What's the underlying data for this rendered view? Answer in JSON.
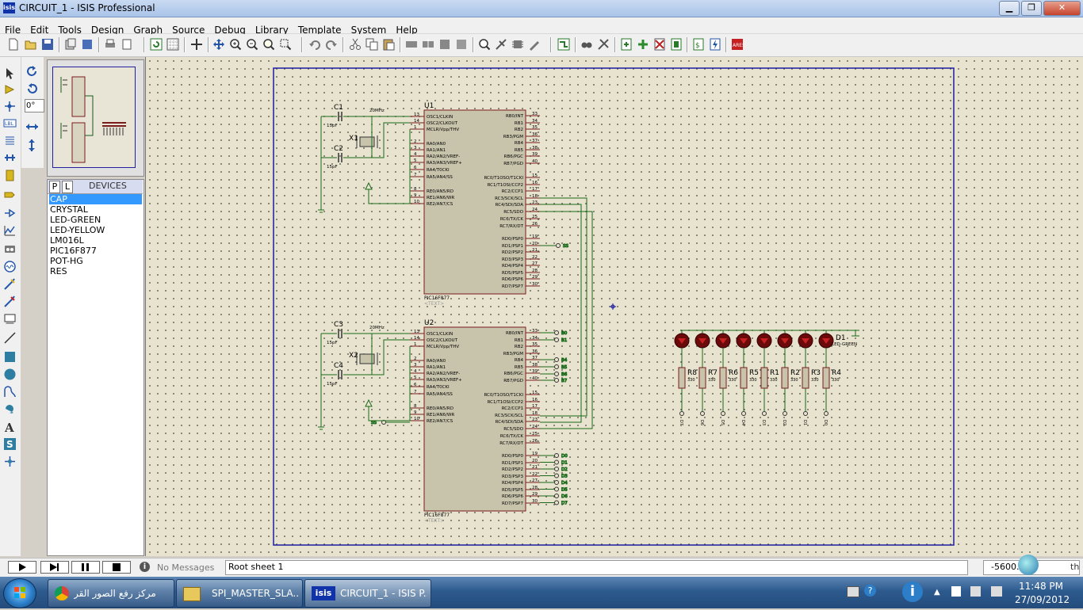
{
  "window": {
    "title": "CIRCUIT_1 - ISIS Professional",
    "app_icon": "isis-icon",
    "minimize": "minimize-icon",
    "maximize": "restore-icon",
    "close": "close-icon"
  },
  "menu": [
    "File",
    "Edit",
    "Tools",
    "Design",
    "Graph",
    "Source",
    "Debug",
    "Library",
    "Template",
    "System",
    "Help"
  ],
  "tool_rotation": "0°",
  "devices": {
    "tab_p": "P",
    "tab_l": "L",
    "title": "DEVICES",
    "items": [
      "CAP",
      "CRYSTAL",
      "LED-GREEN",
      "LED-YELLOW",
      "LM016L",
      "PIC16F877",
      "POT-HG",
      "RES"
    ],
    "selected": "CAP"
  },
  "schematic": {
    "u1": {
      "ref": "U1",
      "part": "PIC16F877",
      "text": "<TEXT>"
    },
    "u2": {
      "ref": "U2",
      "part": "PIC16F877",
      "text": "<TEXT>"
    },
    "left_pins": [
      {
        "num": "13",
        "name": "OSC1/CLKIN"
      },
      {
        "num": "14",
        "name": "OSC2/CLKOUT"
      },
      {
        "num": "1",
        "name": "MCLR/Vpp/THV"
      },
      {
        "num": "2",
        "name": "RA0/AN0"
      },
      {
        "num": "3",
        "name": "RA1/AN1"
      },
      {
        "num": "4",
        "name": "RA2/AN2/VREF-"
      },
      {
        "num": "5",
        "name": "RA3/AN3/VREF+"
      },
      {
        "num": "6",
        "name": "RA4/T0CKI"
      },
      {
        "num": "7",
        "name": "RA5/AN4/SS"
      },
      {
        "num": "8",
        "name": "RE0/AN5/RD"
      },
      {
        "num": "9",
        "name": "RE1/AN6/WR"
      },
      {
        "num": "10",
        "name": "RE2/AN7/CS"
      }
    ],
    "right_pins": [
      {
        "num": "33",
        "name": "RB0/INT"
      },
      {
        "num": "34",
        "name": "RB1"
      },
      {
        "num": "35",
        "name": "RB2"
      },
      {
        "num": "36",
        "name": "RB3/PGM"
      },
      {
        "num": "37",
        "name": "RB4"
      },
      {
        "num": "38",
        "name": "RB5"
      },
      {
        "num": "39",
        "name": "RB6/PGC"
      },
      {
        "num": "40",
        "name": "RB7/PGD"
      },
      {
        "num": "15",
        "name": "RC0/T1OSO/T1CKI"
      },
      {
        "num": "16",
        "name": "RC1/T1OSI/CCP2"
      },
      {
        "num": "17",
        "name": "RC2/CCP1"
      },
      {
        "num": "18",
        "name": "RC3/SCK/SCL"
      },
      {
        "num": "23",
        "name": "RC4/SDI/SDA"
      },
      {
        "num": "24",
        "name": "RC5/SDO"
      },
      {
        "num": "25",
        "name": "RC6/TX/CK"
      },
      {
        "num": "26",
        "name": "RC7/RX/DT"
      },
      {
        "num": "19",
        "name": "RD0/PSP0"
      },
      {
        "num": "20",
        "name": "RD1/PSP1"
      },
      {
        "num": "21",
        "name": "RD2/PSP2"
      },
      {
        "num": "22",
        "name": "RD3/PSP3"
      },
      {
        "num": "27",
        "name": "RD4/PSP4"
      },
      {
        "num": "28",
        "name": "RD5/PSP5"
      },
      {
        "num": "29",
        "name": "RD6/PSP6"
      },
      {
        "num": "30",
        "name": "RD7/PSP7"
      }
    ],
    "caps": [
      {
        "ref": "C1",
        "value": "15pF"
      },
      {
        "ref": "C2",
        "value": "15pF"
      },
      {
        "ref": "C3",
        "value": "15pF"
      },
      {
        "ref": "C4",
        "value": "15pF"
      }
    ],
    "crystals": [
      {
        "ref": "X1",
        "value": "20MHz"
      },
      {
        "ref": "X2",
        "value": "20MHz"
      }
    ],
    "u1_ss_label": "SS",
    "u2_ss_label": "SS",
    "u2_b_labels": [
      "B0",
      "B1",
      "B4",
      "B5",
      "B6",
      "B7"
    ],
    "u2_d_labels": [
      "D0",
      "D1",
      "D2",
      "D3",
      "D4",
      "D5",
      "D6",
      "D7"
    ],
    "resistors": [
      "R8",
      "R7",
      "R6",
      "R5",
      "R1",
      "R2",
      "R3",
      "R4"
    ],
    "res_value": "330",
    "led_ref": "D1",
    "led_value": "LED-GREEN",
    "res_net_labels": [
      "D7",
      "D6",
      "D5",
      "D4",
      "D3",
      "D2",
      "D1",
      "D0"
    ]
  },
  "status": {
    "no_messages": "No Messages",
    "sheet": "Root sheet 1",
    "coord": "-5600.0",
    "coord_unit": "th"
  },
  "taskbar": {
    "items": [
      "مركز رفع الصور القر",
      "SPI_MASTER_SLA...",
      "CIRCUIT_1 - ISIS P..."
    ],
    "time": "11:48 PM",
    "date": "27/09/2012"
  }
}
